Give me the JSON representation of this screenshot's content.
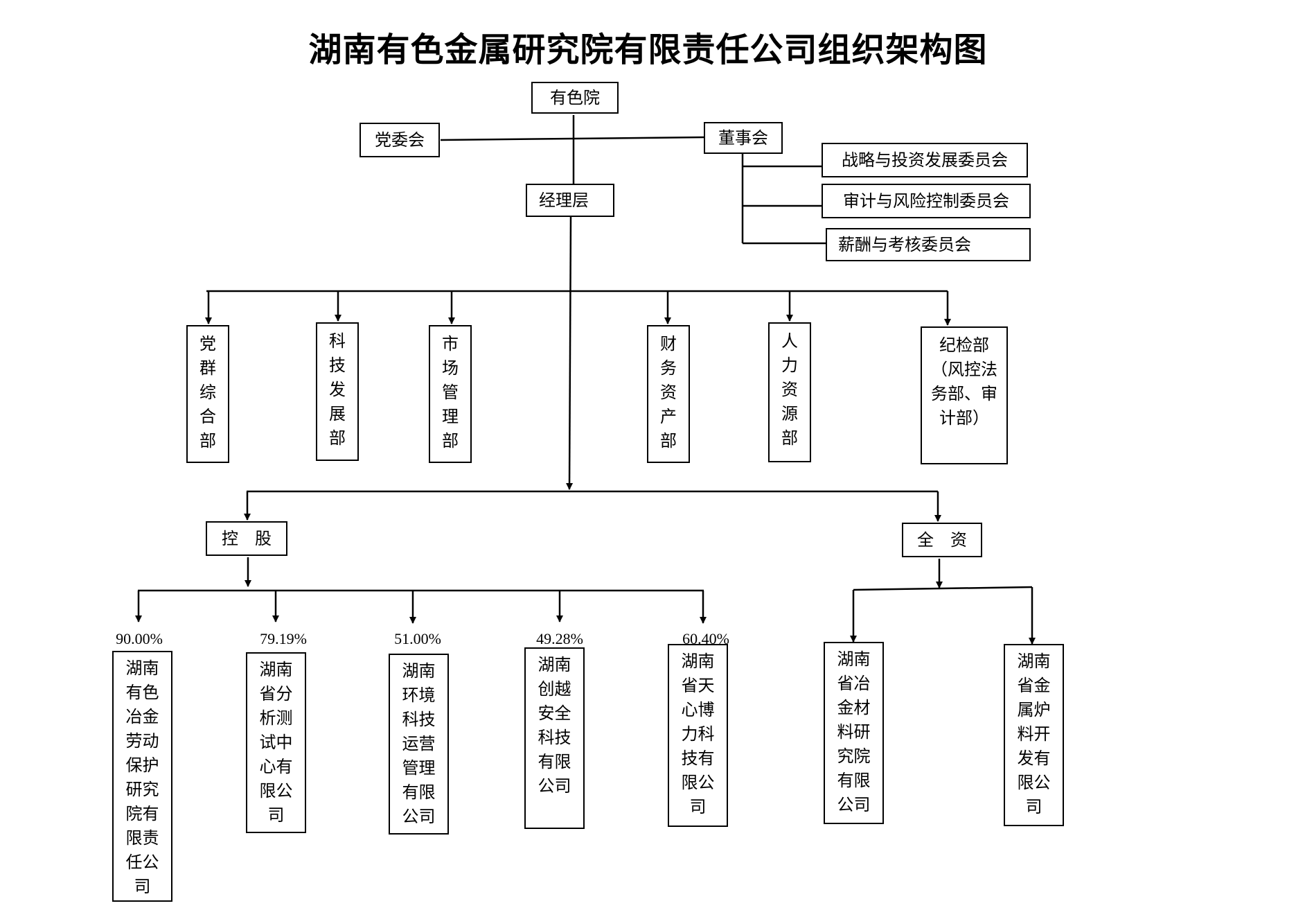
{
  "title": "湖南有色金属研究院有限责任公司组织架构图",
  "top": {
    "name": "有色院"
  },
  "party_committee": "党委会",
  "board": "董事会",
  "committees": [
    "战略与投资发展委员会",
    "审计与风险控制委员会",
    "薪酬与考核委员会"
  ],
  "management": "经理层",
  "departments": [
    "党\n群\n综\n合\n部",
    "科\n技\n发\n展\n部",
    "市\n场\n管\n理\n部",
    "财\n务\n资\n产\n部",
    "人\n力\n资\n源\n部",
    "纪检部\n（风控法\n务部、审\n计部）"
  ],
  "holding": {
    "label": "控　股",
    "companies": [
      {
        "pct": "90.00%",
        "name": "湖南\n有色\n冶金\n劳动\n保护\n研究\n院有\n限责\n任公\n司"
      },
      {
        "pct": "79.19%",
        "name": "湖南\n省分\n析测\n试中\n心有\n限公\n司"
      },
      {
        "pct": "51.00%",
        "name": "湖南\n环境\n科技\n运营\n管理\n有限\n公司"
      },
      {
        "pct": "49.28%",
        "name": "湖南\n创越\n安全\n科技\n有限\n公司"
      },
      {
        "pct": "60.40%",
        "name": "湖南\n省天\n心博\n力科\n技有\n限公\n司"
      }
    ]
  },
  "wholly_owned": {
    "label": "全　资",
    "companies": [
      {
        "name": "湖南\n省冶\n金材\n料研\n究院\n有限\n公司"
      },
      {
        "name": "湖南\n省金\n属炉\n料开\n发有\n限公\n司"
      }
    ]
  }
}
